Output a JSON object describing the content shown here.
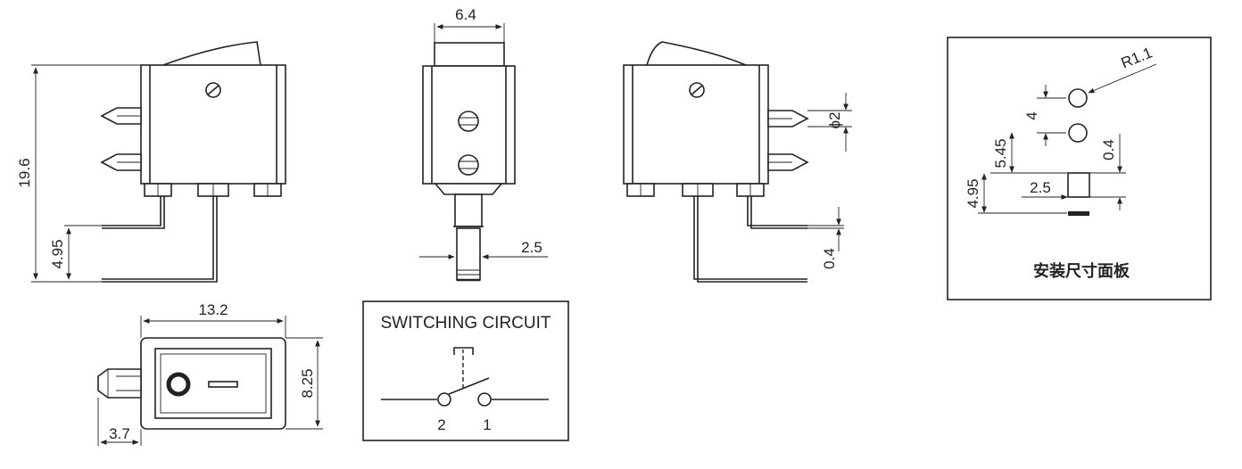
{
  "dimensions": {
    "overall_height": "19.6",
    "lower_pin_offset_left": "4.95",
    "top_width": "6.4",
    "terminal_width": "2.5",
    "pin_diameter": "ϕ2",
    "terminal_thickness": "0.4",
    "body_width": "13.2",
    "body_depth": "8.25",
    "tab_length": "3.7"
  },
  "circuit": {
    "title": "SWITCHING CIRCUIT",
    "terminal_left": "2",
    "terminal_right": "1"
  },
  "panel": {
    "radius": "R1.1",
    "hole_spacing": "4",
    "offset_a": "5.45",
    "offset_b": "4.95",
    "slot_width": "2.5",
    "slot_thickness": "0.4",
    "caption": "安装尺寸面板"
  }
}
